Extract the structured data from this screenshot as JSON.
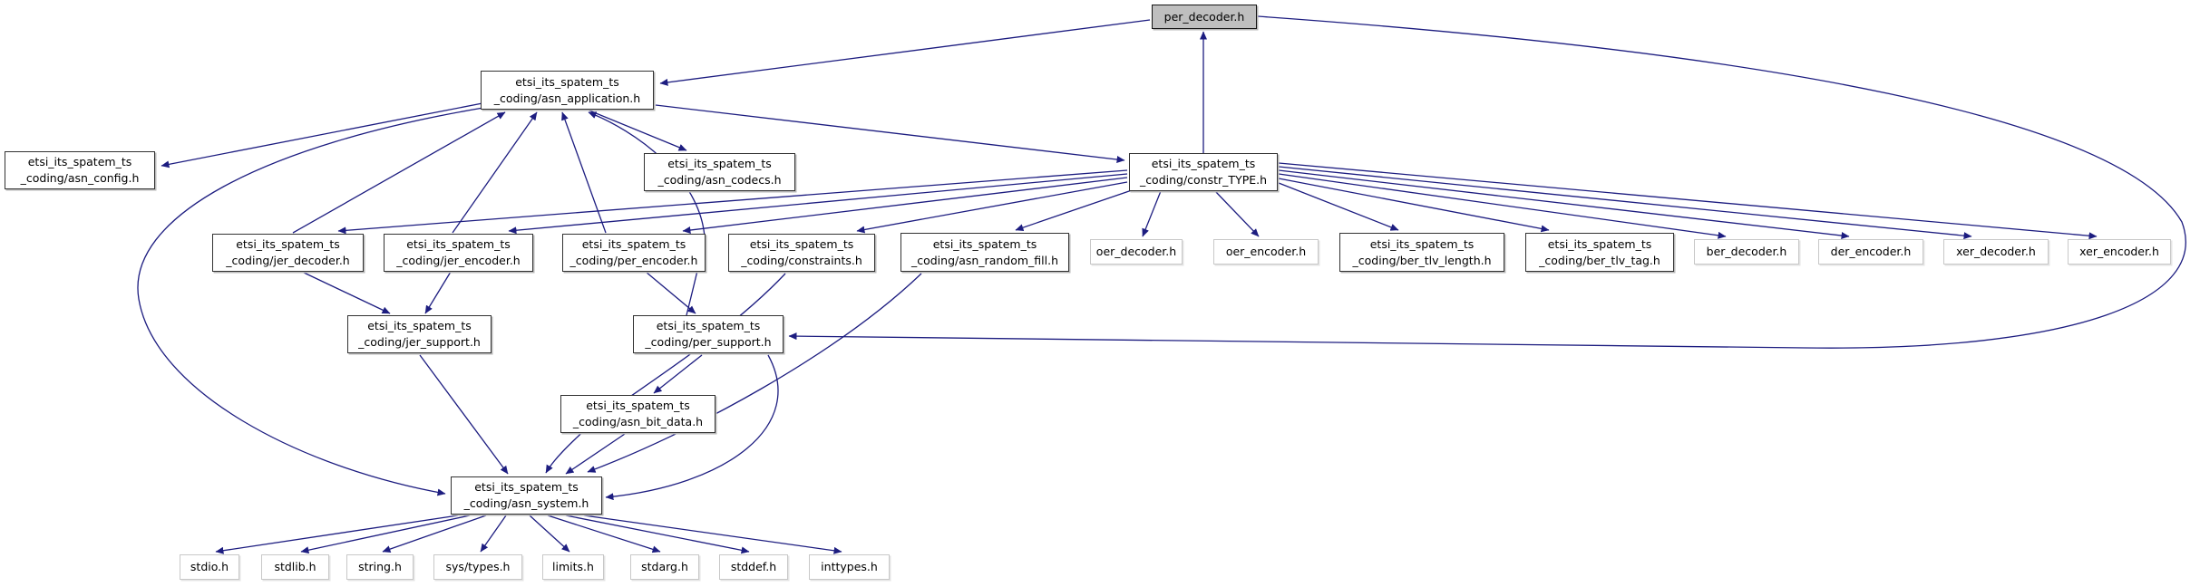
{
  "nodes": {
    "per_decoder": {
      "label": "per_decoder.h"
    },
    "asn_application": {
      "line1": "etsi_its_spatem_ts",
      "line2": "_coding/asn_application.h"
    },
    "asn_config": {
      "line1": "etsi_its_spatem_ts",
      "line2": "_coding/asn_config.h"
    },
    "asn_codecs": {
      "line1": "etsi_its_spatem_ts",
      "line2": "_coding/asn_codecs.h"
    },
    "constr_TYPE": {
      "line1": "etsi_its_spatem_ts",
      "line2": "_coding/constr_TYPE.h"
    },
    "jer_decoder": {
      "line1": "etsi_its_spatem_ts",
      "line2": "_coding/jer_decoder.h"
    },
    "jer_encoder": {
      "line1": "etsi_its_spatem_ts",
      "line2": "_coding/jer_encoder.h"
    },
    "per_encoder": {
      "line1": "etsi_its_spatem_ts",
      "line2": "_coding/per_encoder.h"
    },
    "constraints": {
      "line1": "etsi_its_spatem_ts",
      "line2": "_coding/constraints.h"
    },
    "asn_random_fill": {
      "line1": "etsi_its_spatem_ts",
      "line2": "_coding/asn_random_fill.h"
    },
    "oer_decoder": {
      "label": "oer_decoder.h"
    },
    "oer_encoder": {
      "label": "oer_encoder.h"
    },
    "ber_tlv_length": {
      "line1": "etsi_its_spatem_ts",
      "line2": "_coding/ber_tlv_length.h"
    },
    "ber_tlv_tag": {
      "line1": "etsi_its_spatem_ts",
      "line2": "_coding/ber_tlv_tag.h"
    },
    "ber_decoder": {
      "label": "ber_decoder.h"
    },
    "der_encoder": {
      "label": "der_encoder.h"
    },
    "xer_decoder": {
      "label": "xer_decoder.h"
    },
    "xer_encoder": {
      "label": "xer_encoder.h"
    },
    "jer_support": {
      "line1": "etsi_its_spatem_ts",
      "line2": "_coding/jer_support.h"
    },
    "per_support": {
      "line1": "etsi_its_spatem_ts",
      "line2": "_coding/per_support.h"
    },
    "asn_bit_data": {
      "line1": "etsi_its_spatem_ts",
      "line2": "_coding/asn_bit_data.h"
    },
    "asn_system": {
      "line1": "etsi_its_spatem_ts",
      "line2": "_coding/asn_system.h"
    },
    "stdio": {
      "label": "stdio.h"
    },
    "stdlib": {
      "label": "stdlib.h"
    },
    "string": {
      "label": "string.h"
    },
    "sys_types": {
      "label": "sys/types.h"
    },
    "limits": {
      "label": "limits.h"
    },
    "stdarg": {
      "label": "stdarg.h"
    },
    "stddef": {
      "label": "stddef.h"
    },
    "inttypes": {
      "label": "inttypes.h"
    }
  },
  "edges": [
    {
      "from": "per_decoder",
      "to": "asn_application"
    },
    {
      "from": "per_decoder",
      "to": "per_support"
    },
    {
      "from": "constr_TYPE",
      "to": "per_decoder"
    },
    {
      "from": "asn_application",
      "to": "asn_config"
    },
    {
      "from": "asn_application",
      "to": "asn_codecs"
    },
    {
      "from": "asn_application",
      "to": "constr_TYPE"
    },
    {
      "from": "asn_application",
      "to": "asn_system"
    },
    {
      "from": "jer_decoder",
      "to": "asn_application"
    },
    {
      "from": "jer_encoder",
      "to": "asn_application"
    },
    {
      "from": "per_encoder",
      "to": "asn_application"
    },
    {
      "from": "per_support",
      "to": "asn_application"
    },
    {
      "from": "constr_TYPE",
      "to": "jer_decoder"
    },
    {
      "from": "constr_TYPE",
      "to": "jer_encoder"
    },
    {
      "from": "constr_TYPE",
      "to": "per_encoder"
    },
    {
      "from": "constr_TYPE",
      "to": "constraints"
    },
    {
      "from": "constr_TYPE",
      "to": "asn_random_fill"
    },
    {
      "from": "constr_TYPE",
      "to": "oer_decoder"
    },
    {
      "from": "constr_TYPE",
      "to": "oer_encoder"
    },
    {
      "from": "constr_TYPE",
      "to": "ber_tlv_length"
    },
    {
      "from": "constr_TYPE",
      "to": "ber_tlv_tag"
    },
    {
      "from": "constr_TYPE",
      "to": "ber_decoder"
    },
    {
      "from": "constr_TYPE",
      "to": "der_encoder"
    },
    {
      "from": "constr_TYPE",
      "to": "xer_decoder"
    },
    {
      "from": "constr_TYPE",
      "to": "xer_encoder"
    },
    {
      "from": "jer_decoder",
      "to": "jer_support"
    },
    {
      "from": "jer_encoder",
      "to": "jer_support"
    },
    {
      "from": "per_encoder",
      "to": "per_support"
    },
    {
      "from": "per_support",
      "to": "asn_bit_data"
    },
    {
      "from": "per_support",
      "to": "asn_system"
    },
    {
      "from": "jer_support",
      "to": "asn_system"
    },
    {
      "from": "asn_bit_data",
      "to": "asn_system"
    },
    {
      "from": "constraints",
      "to": "asn_system"
    },
    {
      "from": "asn_random_fill",
      "to": "asn_system"
    },
    {
      "from": "asn_system",
      "to": "stdio"
    },
    {
      "from": "asn_system",
      "to": "stdlib"
    },
    {
      "from": "asn_system",
      "to": "string"
    },
    {
      "from": "asn_system",
      "to": "sys_types"
    },
    {
      "from": "asn_system",
      "to": "limits"
    },
    {
      "from": "asn_system",
      "to": "stdarg"
    },
    {
      "from": "asn_system",
      "to": "stddef"
    },
    {
      "from": "asn_system",
      "to": "inttypes"
    }
  ]
}
